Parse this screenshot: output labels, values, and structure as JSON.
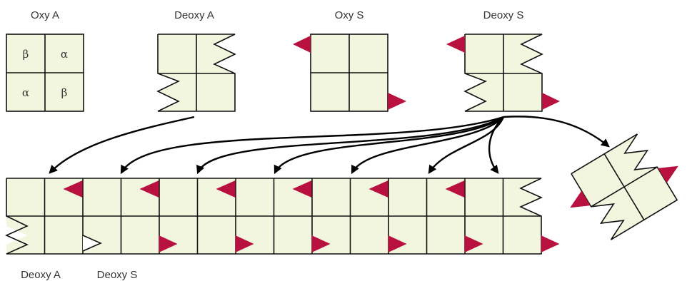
{
  "labels": {
    "oxy_a": "Oxy A",
    "deoxy_a": "Deoxy A",
    "oxy_s": "Oxy S",
    "deoxy_s": "Deoxy S",
    "bottom_deoxy_a": "Deoxy A",
    "bottom_deoxy_s": "Deoxy S"
  },
  "subunits": {
    "top_left": "β",
    "top_right": "α",
    "bottom_left": "α",
    "bottom_right": "β"
  },
  "colors": {
    "cell_fill": "#f3f6de",
    "stroke": "#111111",
    "sticky_patch": "#b8103f",
    "arrow": "#000000",
    "text": "#333333"
  },
  "polymer": {
    "units": 7,
    "arrows": 7
  }
}
